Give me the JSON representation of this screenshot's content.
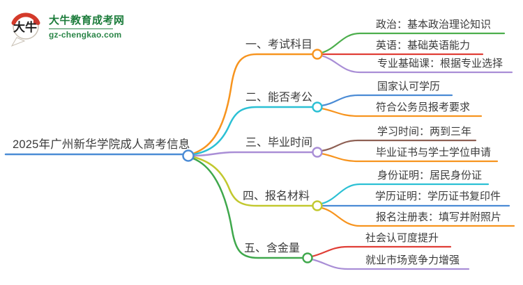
{
  "logo": {
    "icon": "dainiu-bubble-icon",
    "icon_text": "大牛",
    "title": "大牛教育成考网",
    "subtitle": "gz-chengkao.com",
    "brand_color": "#1c7c3b"
  },
  "palette": {
    "blue": "#4a8bd5",
    "orange": "#f7941e",
    "cyan": "#2bc0d4",
    "purple": "#a98ed6",
    "olive": "#c2c82e",
    "green": "#3fa84c",
    "leaf_green": "#4cae4c",
    "red": "#e03e36",
    "brown": "#8e6054",
    "text": "#3b3b3b"
  },
  "mindmap": {
    "root": {
      "label": "2025年广州新华学院成人高考信息",
      "color": "#4a8bd5"
    },
    "branches": [
      {
        "label": "一、考试科目",
        "color": "#f7941e",
        "children": [
          {
            "text": "政治：基本政治理论知识",
            "color": "#4cae4c"
          },
          {
            "text": "英语：基础英语能力",
            "color": "#e03e36"
          },
          {
            "text": "专业基础课：根据专业选择",
            "color": "#a98ed6"
          }
        ]
      },
      {
        "label": "二、能否考公",
        "color": "#2bc0d4",
        "children": [
          {
            "text": "国家认可学历",
            "color": "#4a8bd5"
          },
          {
            "text": "符合公务员报考要求",
            "color": "#f7941e"
          }
        ]
      },
      {
        "label": "三、毕业时间",
        "color": "#a98ed6",
        "children": [
          {
            "text": "学习时间：两到三年",
            "color": "#8e6054"
          },
          {
            "text": "毕业证书与学士学位申请",
            "color": "#f7941e"
          }
        ]
      },
      {
        "label": "四、报名材料",
        "color": "#c2c82e",
        "children": [
          {
            "text": "身份证明：居民身份证",
            "color": "#2bc0d4"
          },
          {
            "text": "学历证明：学历证书复印件",
            "color": "#4a8bd5"
          },
          {
            "text": "报名注册表：填写并附照片",
            "color": "#f7941e"
          }
        ]
      },
      {
        "label": "五、含金量",
        "color": "#3fa84c",
        "children": [
          {
            "text": "社会认可度提升",
            "color": "#e03e36"
          },
          {
            "text": "就业市场竞争力增强",
            "color": "#a98ed6"
          }
        ]
      }
    ]
  }
}
